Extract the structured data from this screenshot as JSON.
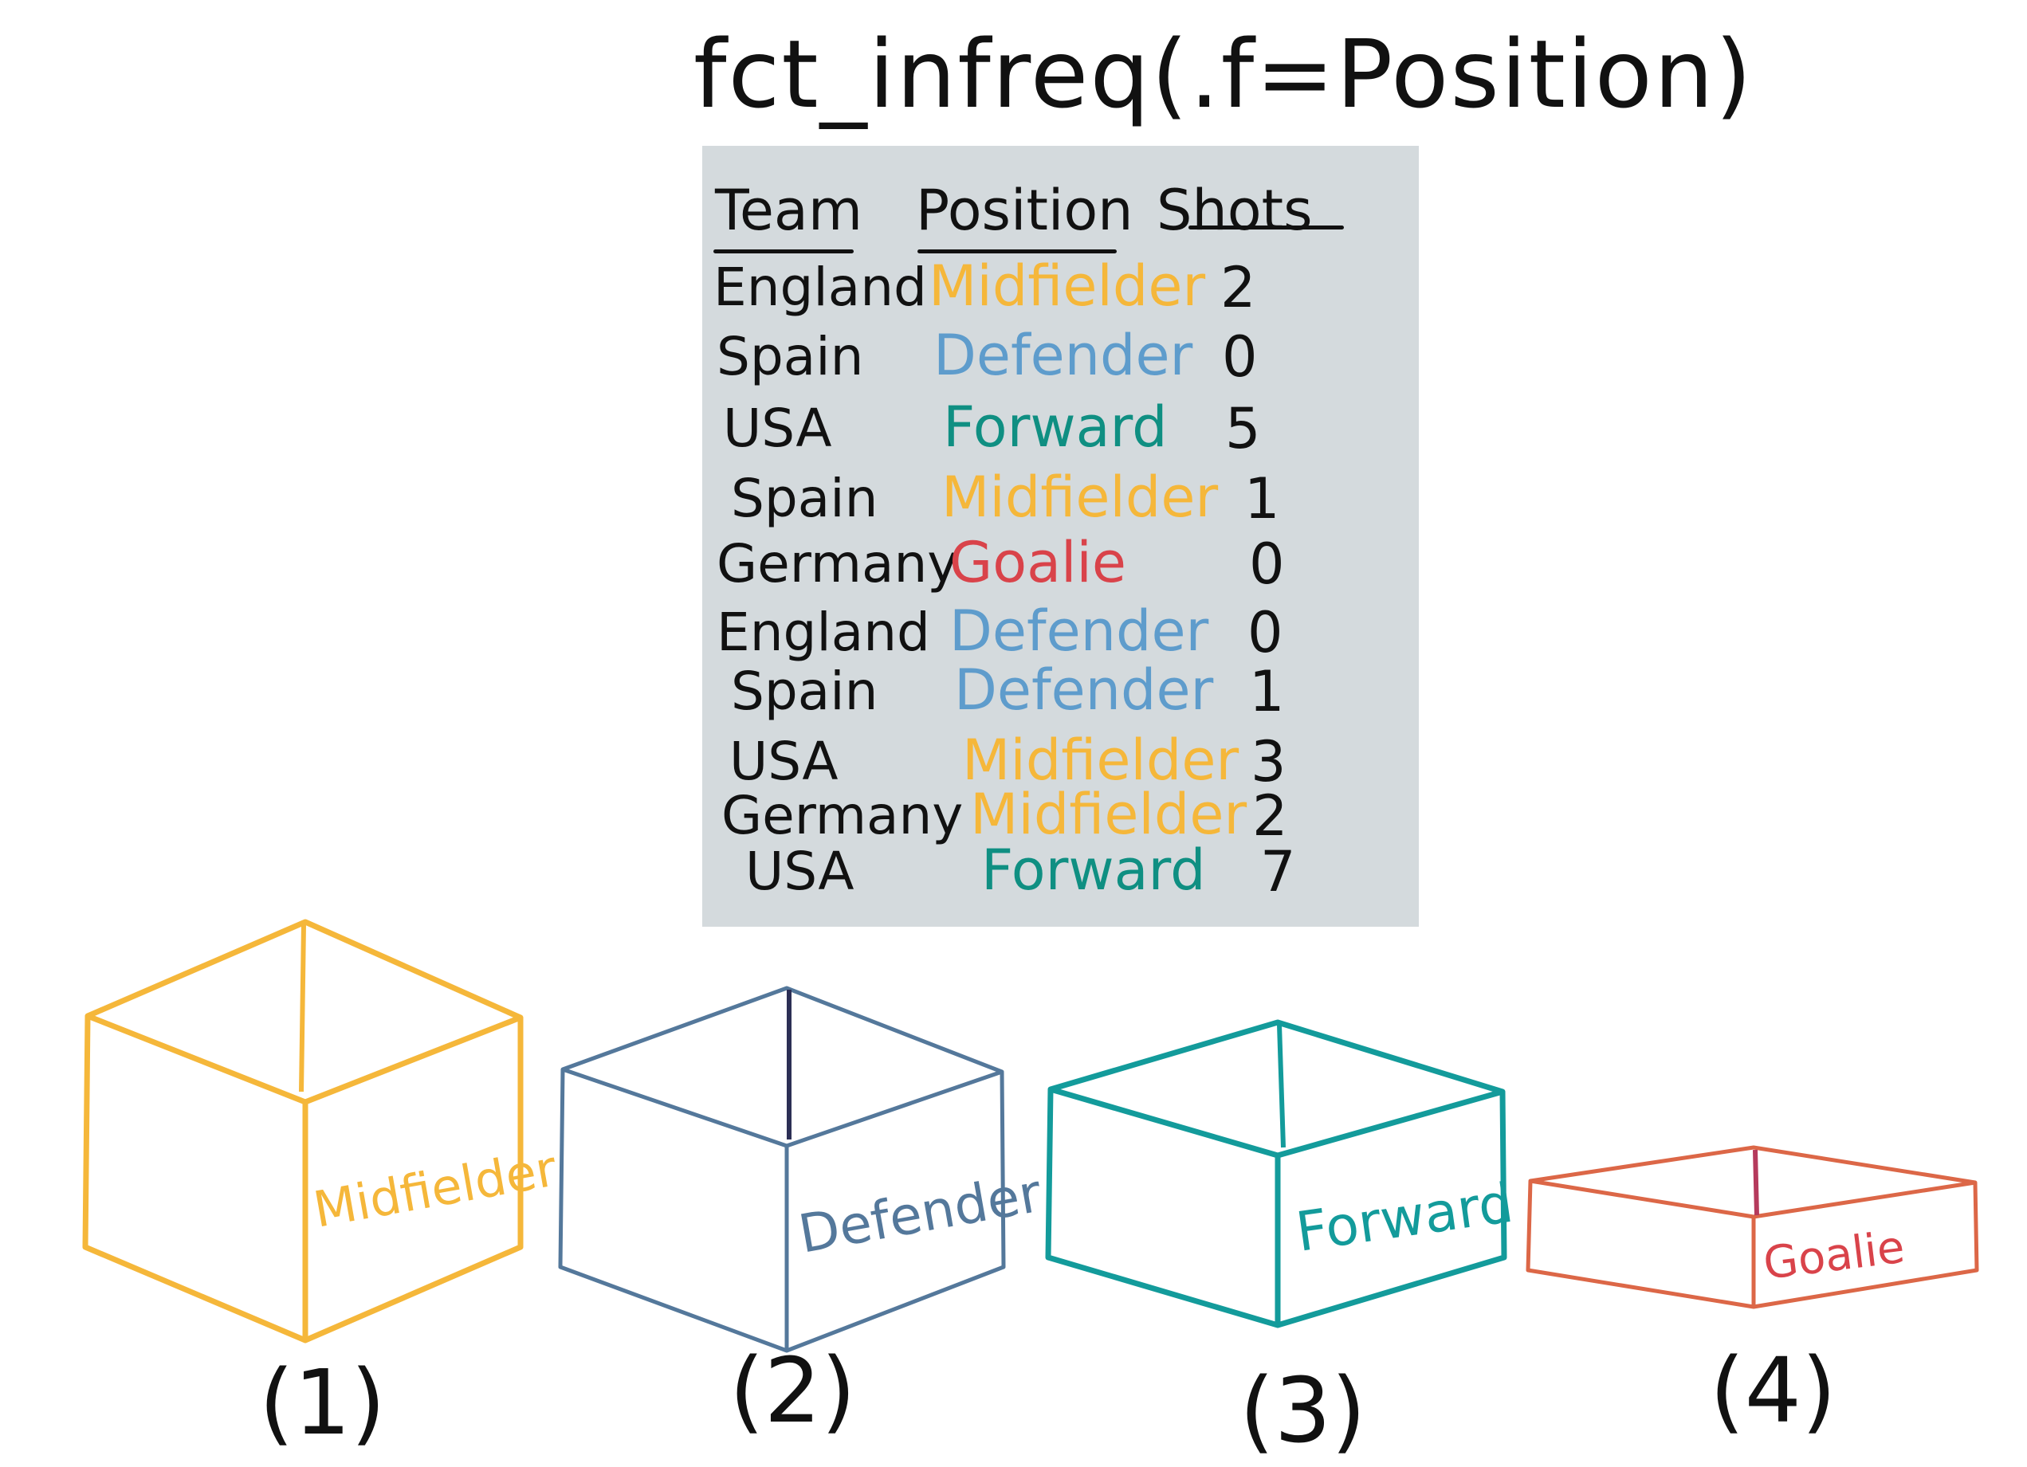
{
  "title": "fct_infreq(.f=Position)",
  "table": {
    "headers": [
      "Team",
      "Position",
      "Shots"
    ],
    "rows": [
      {
        "team": "England",
        "position": "Midfielder",
        "shots": "2"
      },
      {
        "team": "Spain",
        "position": "Defender",
        "shots": "0"
      },
      {
        "team": "USA",
        "position": "Forward",
        "shots": "5"
      },
      {
        "team": "Spain",
        "position": "Midfielder",
        "shots": "1"
      },
      {
        "team": "Germany",
        "position": "Goalie",
        "shots": "0"
      },
      {
        "team": "England",
        "position": "Defender",
        "shots": "0"
      },
      {
        "team": "Spain",
        "position": "Defender",
        "shots": "1"
      },
      {
        "team": "USA",
        "position": "Midfielder",
        "shots": "3"
      },
      {
        "team": "Germany",
        "position": "Midfielder",
        "shots": "2"
      },
      {
        "team": "USA",
        "position": "Forward",
        "shots": "7"
      }
    ]
  },
  "colors": {
    "Midfielder": "#f5b73a",
    "Defender": "#54789b",
    "Forward": "#139b9b",
    "Goalie": "#dc6747",
    "Goalie_text": "#d9434a",
    "Defender_text": "#5e9ccc",
    "Forward_text": "#0f8f82",
    "panel": "#d4dadd"
  },
  "boxes": [
    {
      "label": "Midfielder",
      "order": "(1)",
      "color": "#f5b73a"
    },
    {
      "label": "Defender",
      "order": "(2)",
      "color": "#54789b"
    },
    {
      "label": "Forward",
      "order": "(3)",
      "color": "#139b9b"
    },
    {
      "label": "Goalie",
      "order": "(4)",
      "color": "#dc6747"
    }
  ]
}
